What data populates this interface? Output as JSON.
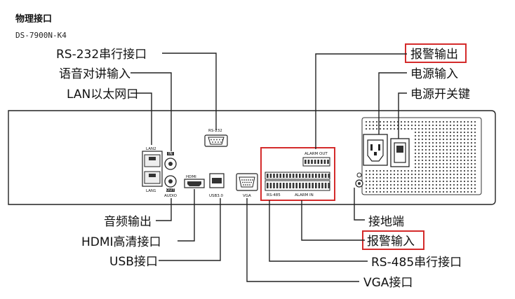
{
  "section_title": "物理接口",
  "model": "DS-7900N-K4",
  "device_labels": {
    "lan2": "LAN2",
    "lan1": "LAN1",
    "in": "IN",
    "out": "OUT",
    "audio": "AUDIO",
    "hdmi": "HDMI",
    "usb": "USB3.0",
    "vga": "VGA",
    "rs232": "RS-232",
    "alarm_out": "ALARM OUT",
    "alarm_in": "ALARM IN",
    "rs485": "RS-485"
  },
  "callouts": {
    "rs232": "RS-232串行接口",
    "audio_in": "语音对讲输入",
    "lan": "LAN以太网口",
    "alarm_out": "报警输出",
    "power_in": "电源输入",
    "power_switch": "电源开关键",
    "audio_out": "音频输出",
    "hdmi": "HDMI高清接口",
    "usb": "USB接口",
    "ground": "接地端",
    "alarm_in": "报警输入",
    "rs485": "RS-485串行接口",
    "vga": "VGA接口"
  },
  "highlight_color": "#d42b2b"
}
